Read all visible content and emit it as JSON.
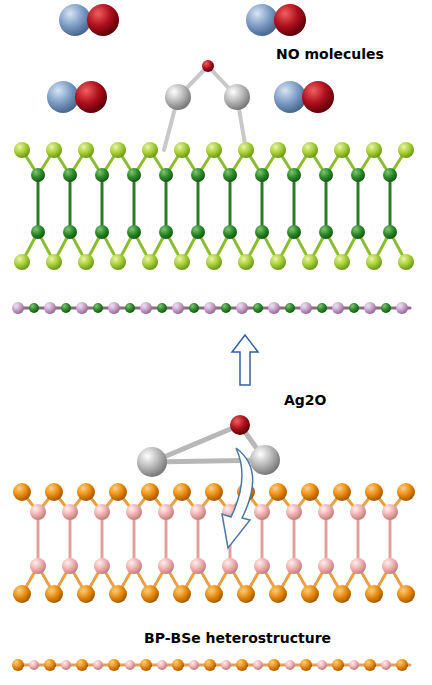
{
  "diagram": {
    "labels": [
      "NO molecules",
      "Ag2O",
      "BP-BSe heterostructure"
    ]
  }
}
